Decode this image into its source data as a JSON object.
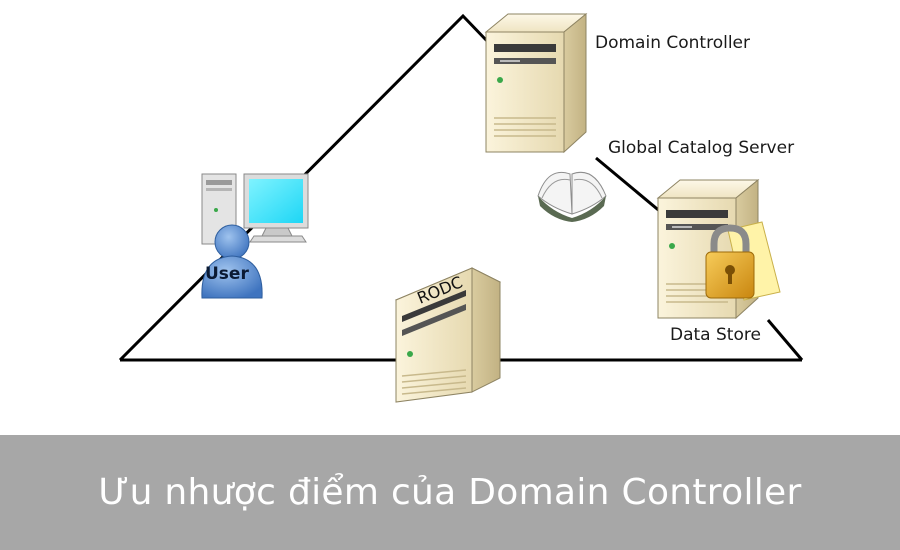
{
  "diagram": {
    "labels": {
      "domain_controller": "Domain Controller",
      "global_catalog": "Global Catalog Server",
      "data_store": "Data Store",
      "user": "User",
      "rodc": "RODC"
    },
    "colors": {
      "server_body": "#f1e7c8",
      "server_shade": "#d8caa1",
      "monitor_screen": "#40e6ff",
      "user_figure": "#5b8fd0",
      "lock_gold": "#e8a825",
      "lines": "#000000"
    },
    "icons": [
      "server-icon",
      "computer-icon",
      "user-icon",
      "book-icon",
      "lock-icon",
      "document-icon"
    ]
  },
  "banner": {
    "title": "Ưu nhược điểm của Domain Controller",
    "background": "#a7a7a7"
  }
}
